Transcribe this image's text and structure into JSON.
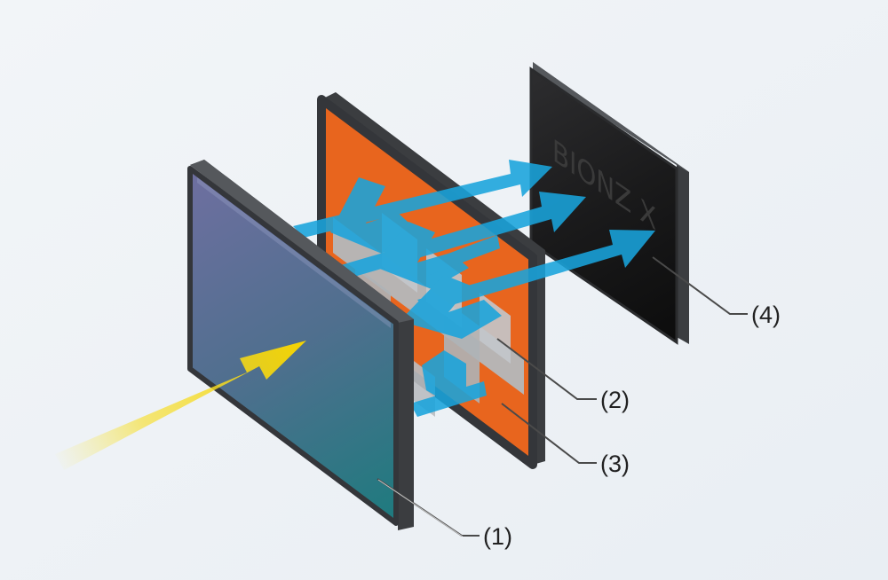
{
  "diagram": {
    "labels": {
      "sensor": "(1)",
      "circuit": "(2)",
      "memory": "(3)",
      "processor": "(4)"
    },
    "chip_text": "BIONZ X",
    "colors": {
      "background": "#eef2f6",
      "incoming_light": "#f5d800",
      "data_flow": "#19a4dc",
      "memory_layer": "#e8651e",
      "circuit_layer": "#b4b8bc",
      "processor_face": "#161616",
      "frame": "#3b3d40"
    }
  }
}
